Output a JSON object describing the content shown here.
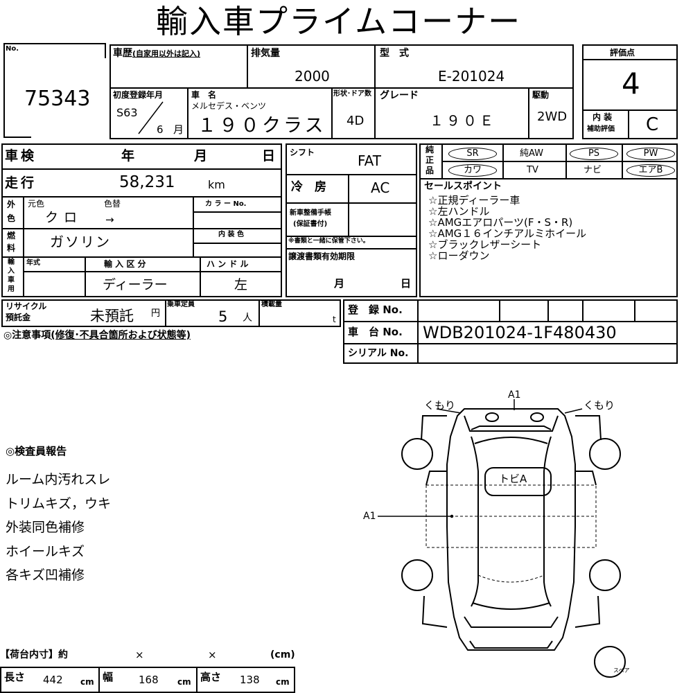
{
  "title": "輸入車プライムコーナー",
  "no": {
    "label": "No.",
    "value": "75343"
  },
  "history": {
    "label": "車歴",
    "note": "(自家用以外は記入)"
  },
  "displacement": {
    "label": "排気量",
    "value": "2000"
  },
  "model": {
    "label": "型　式",
    "value": "E-201024"
  },
  "rating": {
    "label": "評価点",
    "value": "4",
    "interior_label_1": "内 装",
    "interior_label_2": "補助評価",
    "interior_value": "C"
  },
  "first_reg": {
    "label": "初度登録年月",
    "era": "S63",
    "month": "6",
    "month_unit": "月"
  },
  "car_name": {
    "label": "車　名",
    "maker": "メルセデス・ベンツ",
    "value": "１９０クラス"
  },
  "doors": {
    "label": "形状･ドア数",
    "value": "4D"
  },
  "grade": {
    "label": "グレード",
    "value": "１９０Ｅ"
  },
  "drive": {
    "label": "駆動",
    "value": "2WD"
  },
  "inspection": {
    "label": "車検",
    "year": "年",
    "month": "月",
    "day": "日"
  },
  "shift": {
    "label": "シフト",
    "value": "FAT"
  },
  "mileage": {
    "label": "走行",
    "value": "58,231",
    "unit": "km"
  },
  "aircon": {
    "label": "冷　房",
    "value": "AC"
  },
  "genuine": {
    "label1": "純",
    "label2": "正",
    "label3": "品",
    "row1": [
      "SR",
      "純AW",
      "PS",
      "PW"
    ],
    "row2": [
      "カワ",
      "TV",
      "ナビ",
      "エアB"
    ]
  },
  "color": {
    "label1": "外",
    "label2": "色",
    "orig_label": "元色",
    "orig_value": "クロ",
    "change_label": "色替",
    "change_value": "→",
    "code_label": "カ ラ ー No."
  },
  "maintenance": {
    "label1": "新車整備手帳",
    "label2": "(保証書付)",
    "note": "※書類と一緒に保管下さい。"
  },
  "sales": {
    "label": "セールスポイント",
    "items": [
      "☆正規ディーラー車",
      "☆左ハンドル",
      "☆AMGエアロパーツ(F・S・R)",
      "☆AMG１６インチアルミホイール",
      "☆ブラックレザーシート",
      "☆ローダウン"
    ]
  },
  "fuel": {
    "label1": "燃",
    "label2": "料",
    "value": "ガソリン",
    "interior_color_label": "内 装 色"
  },
  "transfer": {
    "label": "譲渡書類有効期限",
    "month": "月",
    "day": "日"
  },
  "import": {
    "label1": "輸",
    "label2": "入",
    "label3": "車",
    "label4": "用",
    "year_label": "年式",
    "type_label": "輸 入 区 分",
    "type_value": "ディーラー",
    "handle_label": "ハ ン ド ル",
    "handle_value": "左"
  },
  "recycle": {
    "label1": "リサイクル",
    "label2": "預託金",
    "value": "未預託",
    "unit": "円"
  },
  "capacity": {
    "label": "乗車定員",
    "value": "5",
    "unit": "人"
  },
  "load": {
    "label": "積載量",
    "unit": "t"
  },
  "registration": {
    "label": "登　録 No."
  },
  "chassis": {
    "label": "車　台 No.",
    "value": "WDB201024-1F480430"
  },
  "serial": {
    "label": "シリアル No."
  },
  "notes": {
    "label": "◎注意事項",
    "sub": "(修復･不具合箇所および状態等)"
  },
  "inspector": {
    "title": "◎検査員報告",
    "lines": [
      "ルーム内汚れスレ",
      "トリムキズ，ウキ",
      "外装同色補修",
      "ホイールキズ",
      "各キズ凹補修"
    ]
  },
  "cargo": {
    "title": "【荷台内寸】約",
    "x1": "×",
    "x2": "×",
    "unit": "(cm)",
    "length_label": "長さ",
    "length": "442",
    "width_label": "幅",
    "width": "168",
    "height_label": "高さ",
    "height": "138",
    "cm": "cm"
  },
  "diagram": {
    "fog_left": "くもり",
    "fog_right": "くもり",
    "a1_top": "A1",
    "a1_left": "A1",
    "roof_label": "トビA",
    "spare": "スペア"
  }
}
